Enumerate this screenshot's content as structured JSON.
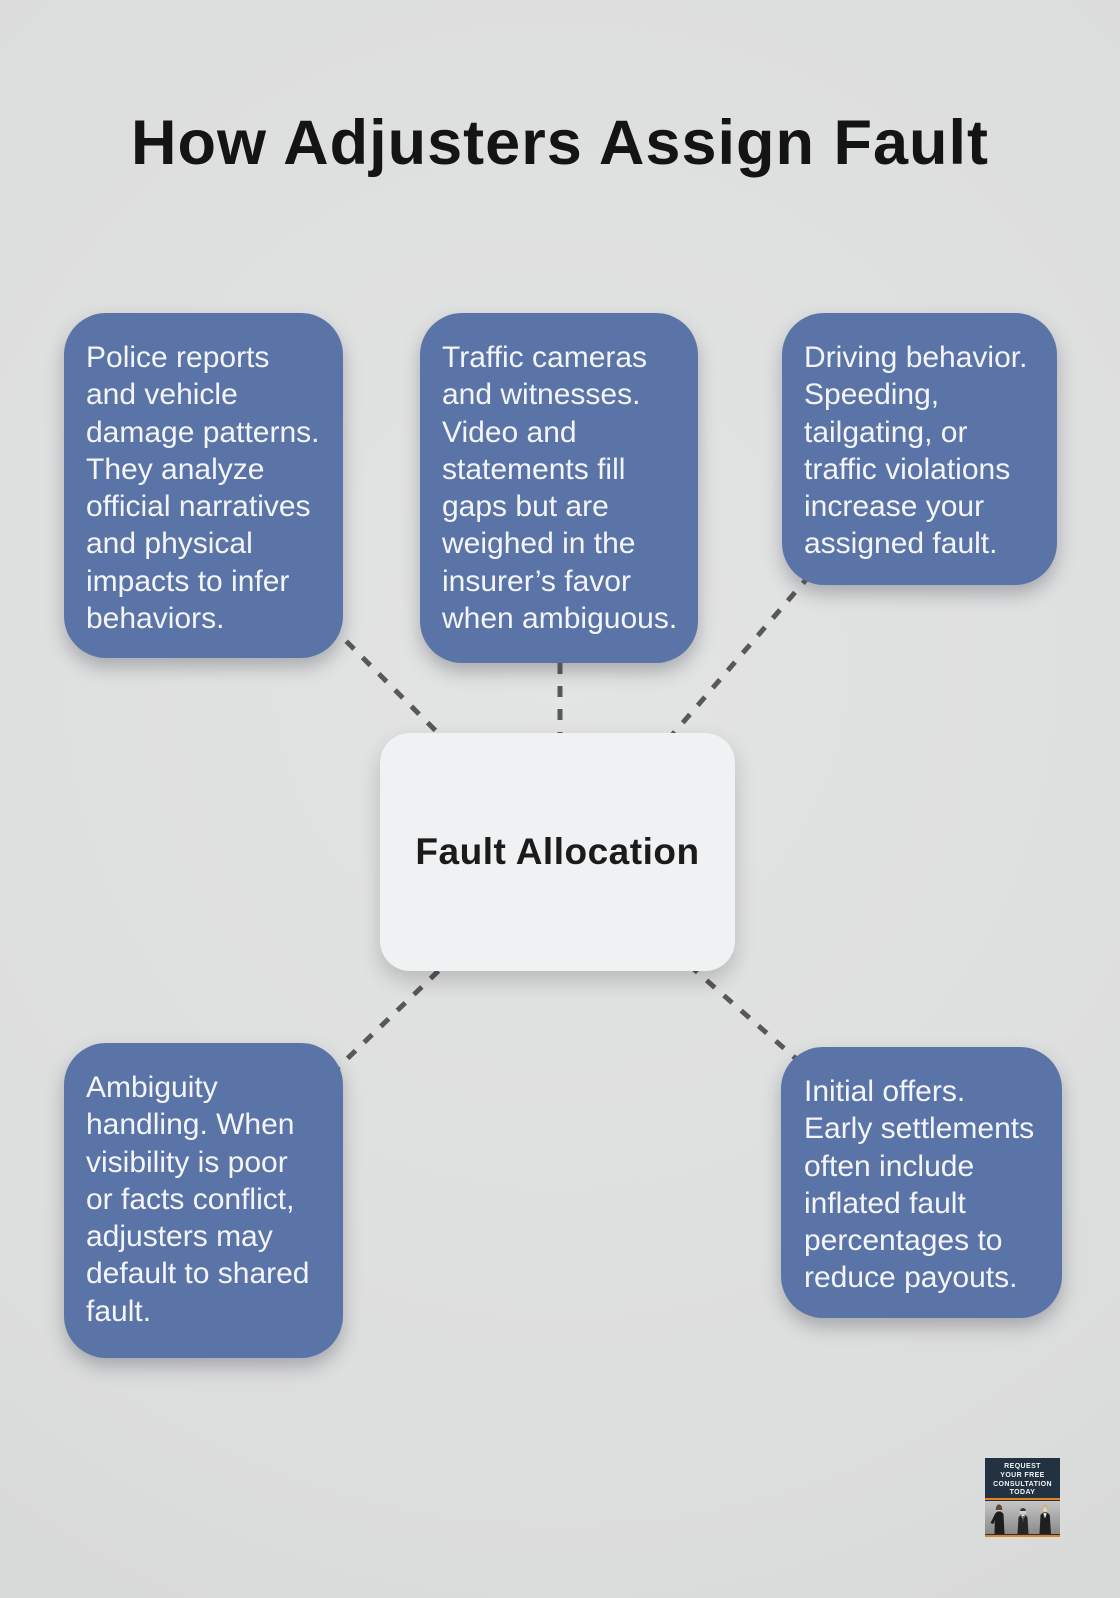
{
  "title": "How Adjusters Assign Fault",
  "center_node": {
    "label": "Fault Allocation"
  },
  "nodes": [
    {
      "id": "police-reports",
      "text": "Police reports and vehicle damage patterns. They analyze official narratives and physical impacts to infer behaviors."
    },
    {
      "id": "traffic-cameras",
      "text": "Traffic cameras and witnesses. Video and statements fill gaps but are weighed in the insurer’s favor when ambiguous."
    },
    {
      "id": "driving-behavior",
      "text": "Driving behavior. Speeding, tailgating, or traffic violations increase your assigned fault."
    },
    {
      "id": "ambiguity-handling",
      "text": "Ambiguity handling. When visibility is poor or facts conflict, adjusters may default to shared fault."
    },
    {
      "id": "initial-offers",
      "text": "Initial offers. Early settlements often include inflated fault percentages to reduce payouts."
    }
  ],
  "badge": {
    "lines": [
      "REQUEST",
      "YOUR FREE",
      "CONSULTATION",
      "TODAY"
    ]
  },
  "colors": {
    "background": "#dcdddd",
    "node_fill": "#5b74a8",
    "node_text": "#f3f5f8",
    "center_fill": "#f0f1f3",
    "center_text": "#1b1b1b",
    "title_text": "#141414",
    "connector": "#58585a",
    "badge_bg": "#233240",
    "badge_accent": "#e4831d"
  }
}
